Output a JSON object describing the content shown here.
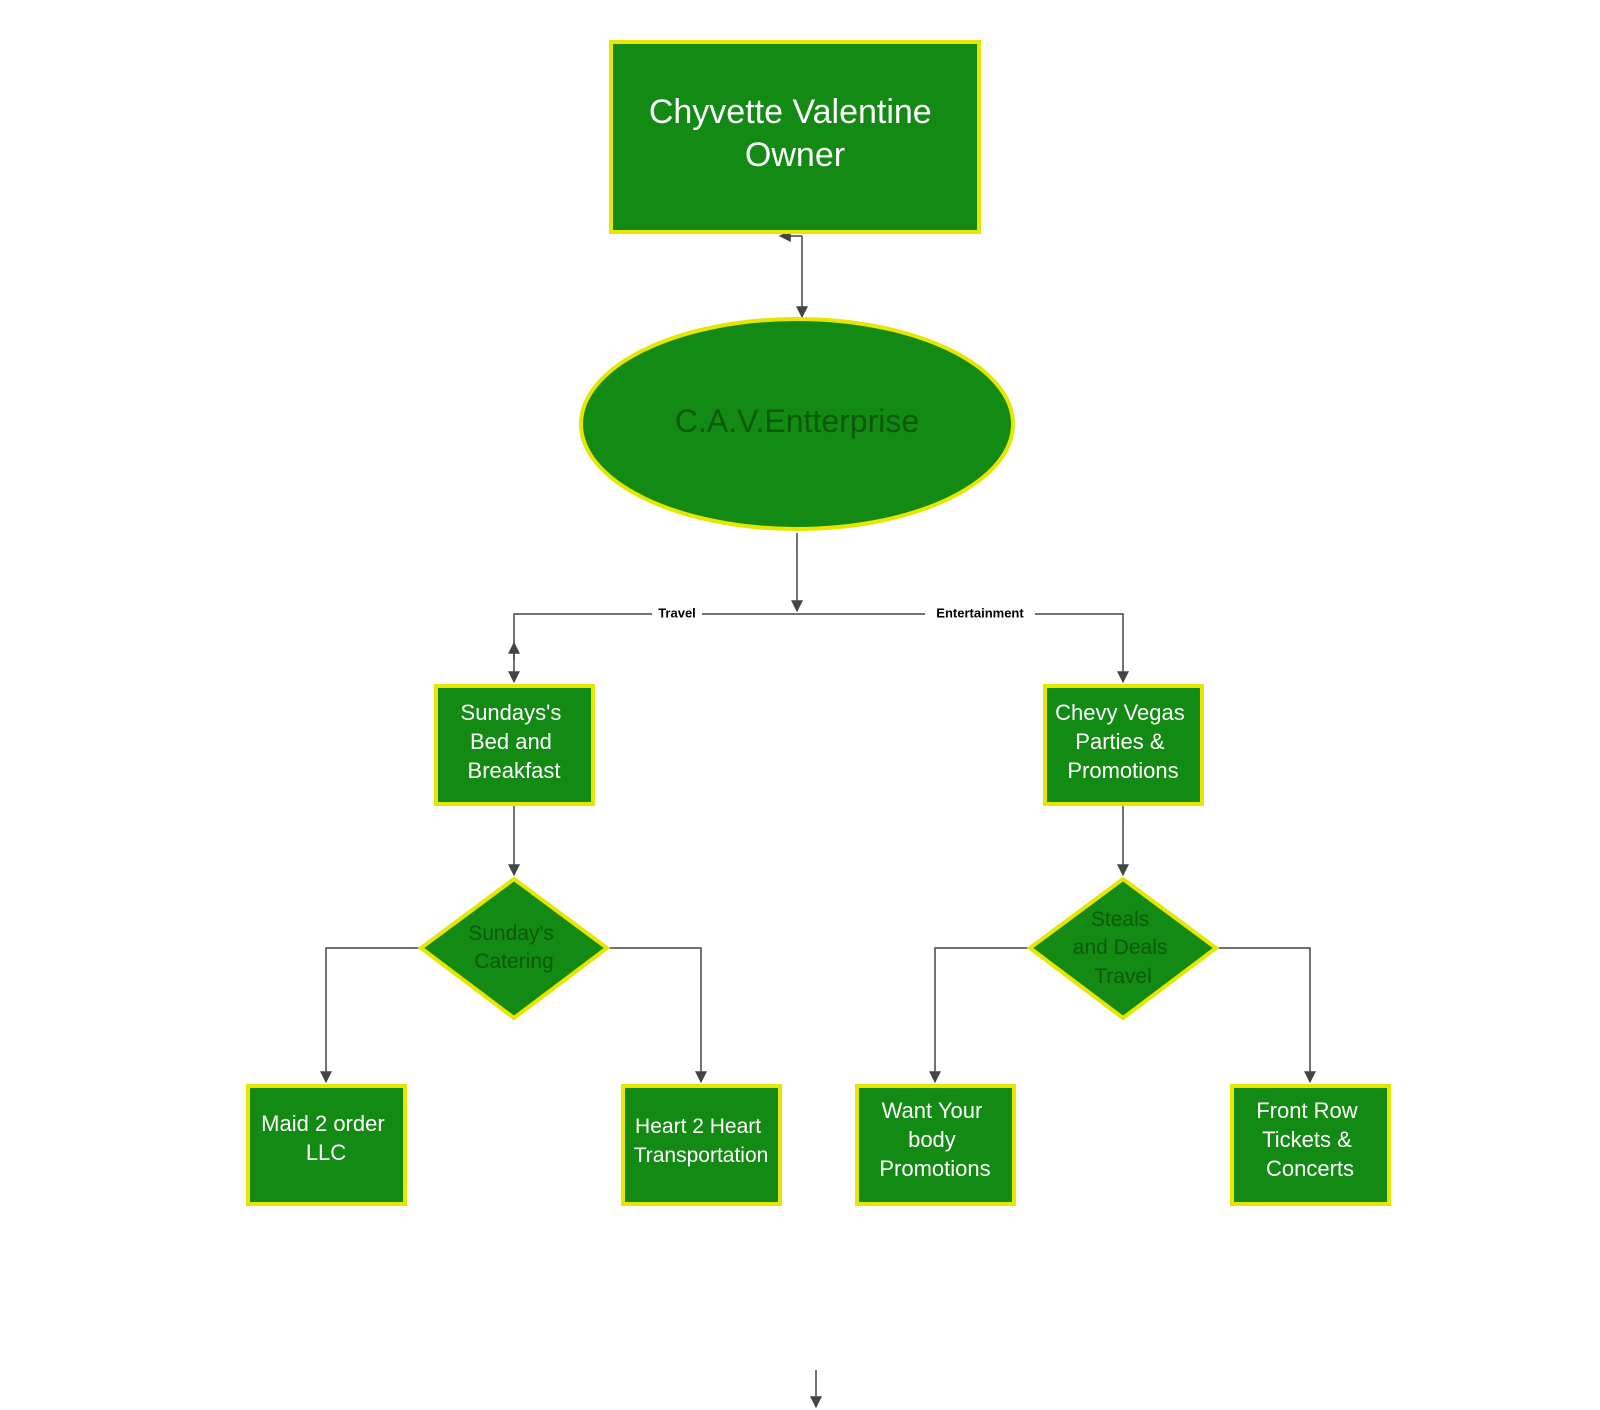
{
  "colors": {
    "node_fill": "#138a13",
    "node_border": "#e6e600",
    "light_text": "#ffffff",
    "dark_text": "#0a5a0a",
    "edge": "#444444",
    "background": "#ffffff"
  },
  "nodes": {
    "owner": {
      "lines": [
        "Chyvette Valentine",
        "Owner"
      ]
    },
    "enterprise": {
      "lines": [
        "C.A.V.Entterprise"
      ]
    },
    "bnb": {
      "lines": [
        "Sundays's",
        "Bed and",
        "Breakfast"
      ]
    },
    "vegas": {
      "lines": [
        "Chevy Vegas",
        "Parties &",
        "Promotions"
      ]
    },
    "catering": {
      "lines": [
        "Sunday's",
        "Catering"
      ]
    },
    "steals": {
      "lines": [
        "Steals",
        "and Deals",
        "Travel"
      ]
    },
    "maid": {
      "lines": [
        "Maid 2 order",
        "LLC"
      ]
    },
    "heart": {
      "lines": [
        "Heart 2 Heart",
        "Transportation"
      ]
    },
    "body": {
      "lines": [
        "Want Your",
        "body",
        "Promotions"
      ]
    },
    "tickets": {
      "lines": [
        "Front Row",
        "Tickets &",
        "Concerts"
      ]
    }
  },
  "edge_labels": {
    "travel": "Travel",
    "entertainment": "Entertainment"
  }
}
